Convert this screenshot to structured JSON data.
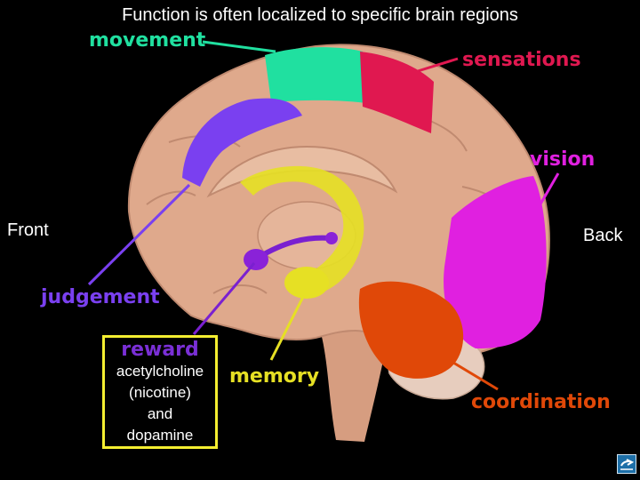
{
  "title": "Function is often localized to specific brain regions",
  "orientation": {
    "front": "Front",
    "back": "Back"
  },
  "regions": {
    "movement": "movement",
    "sensations": "sensations",
    "vision": "vision",
    "judgement": "judgement",
    "memory": "memory",
    "coordination": "coordination",
    "reward": "reward"
  },
  "reward_details": [
    "acetylcholine",
    "(nicotine)",
    "and",
    "dopamine"
  ],
  "colors": {
    "background": "#000000",
    "brain": "#dfa98c",
    "movement": "#20e0a0",
    "sensations": "#e01850",
    "vision": "#e020e0",
    "judgement": "#7a40f0",
    "memory": "#e6e024",
    "coordination": "#e04808",
    "reward": "#7a20d0",
    "reward_box": "#f4ee30"
  },
  "icons": [
    "navigation-icon"
  ]
}
